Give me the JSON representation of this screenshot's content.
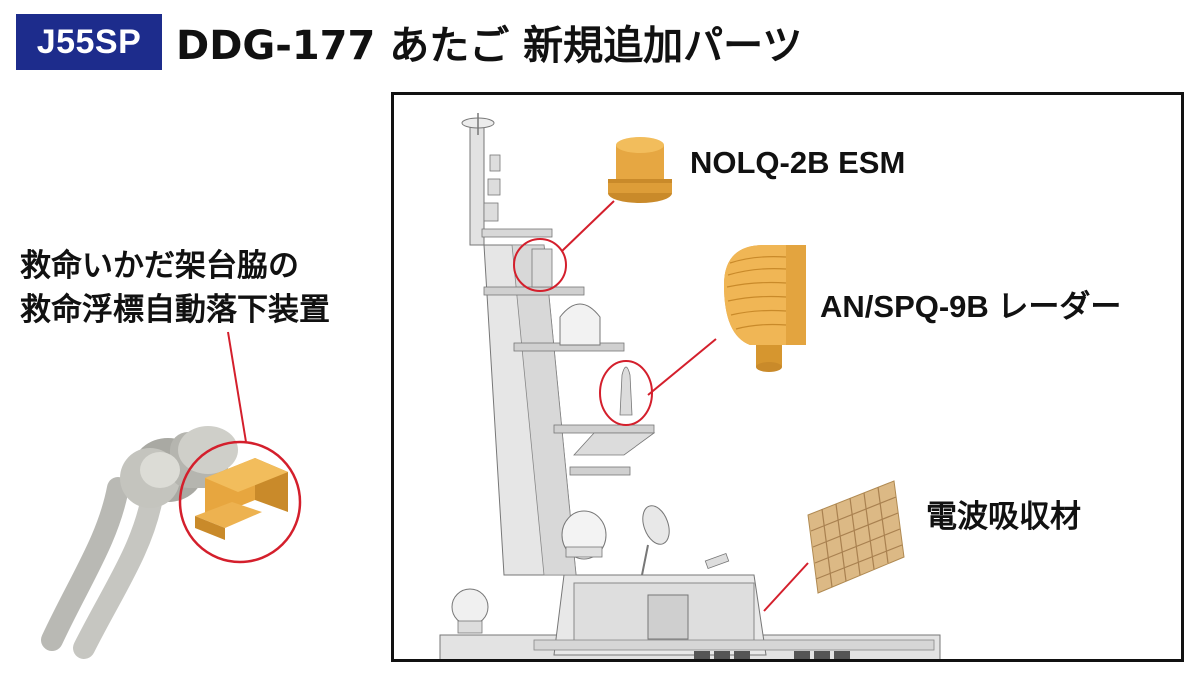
{
  "header": {
    "badge": "J55SP",
    "title": "DDG-177 あたご 新規追加パーツ",
    "badge_color": "#1d2c8c"
  },
  "left_part": {
    "label_line1": "救命いかだ架台脇の",
    "label_line2": "救命浮標自動落下装置"
  },
  "parts": [
    {
      "label": "NOLQ-2B ESM"
    },
    {
      "label": "AN/SPQ-9B レーダー"
    },
    {
      "label": "電波吸収材"
    }
  ],
  "colors": {
    "part_orange": "#e3a43f",
    "part_tan": "#d8b47c",
    "highlight_circle": "#d41f2c",
    "ship_gray": "#e6e6e6",
    "ship_line": "#777777"
  }
}
